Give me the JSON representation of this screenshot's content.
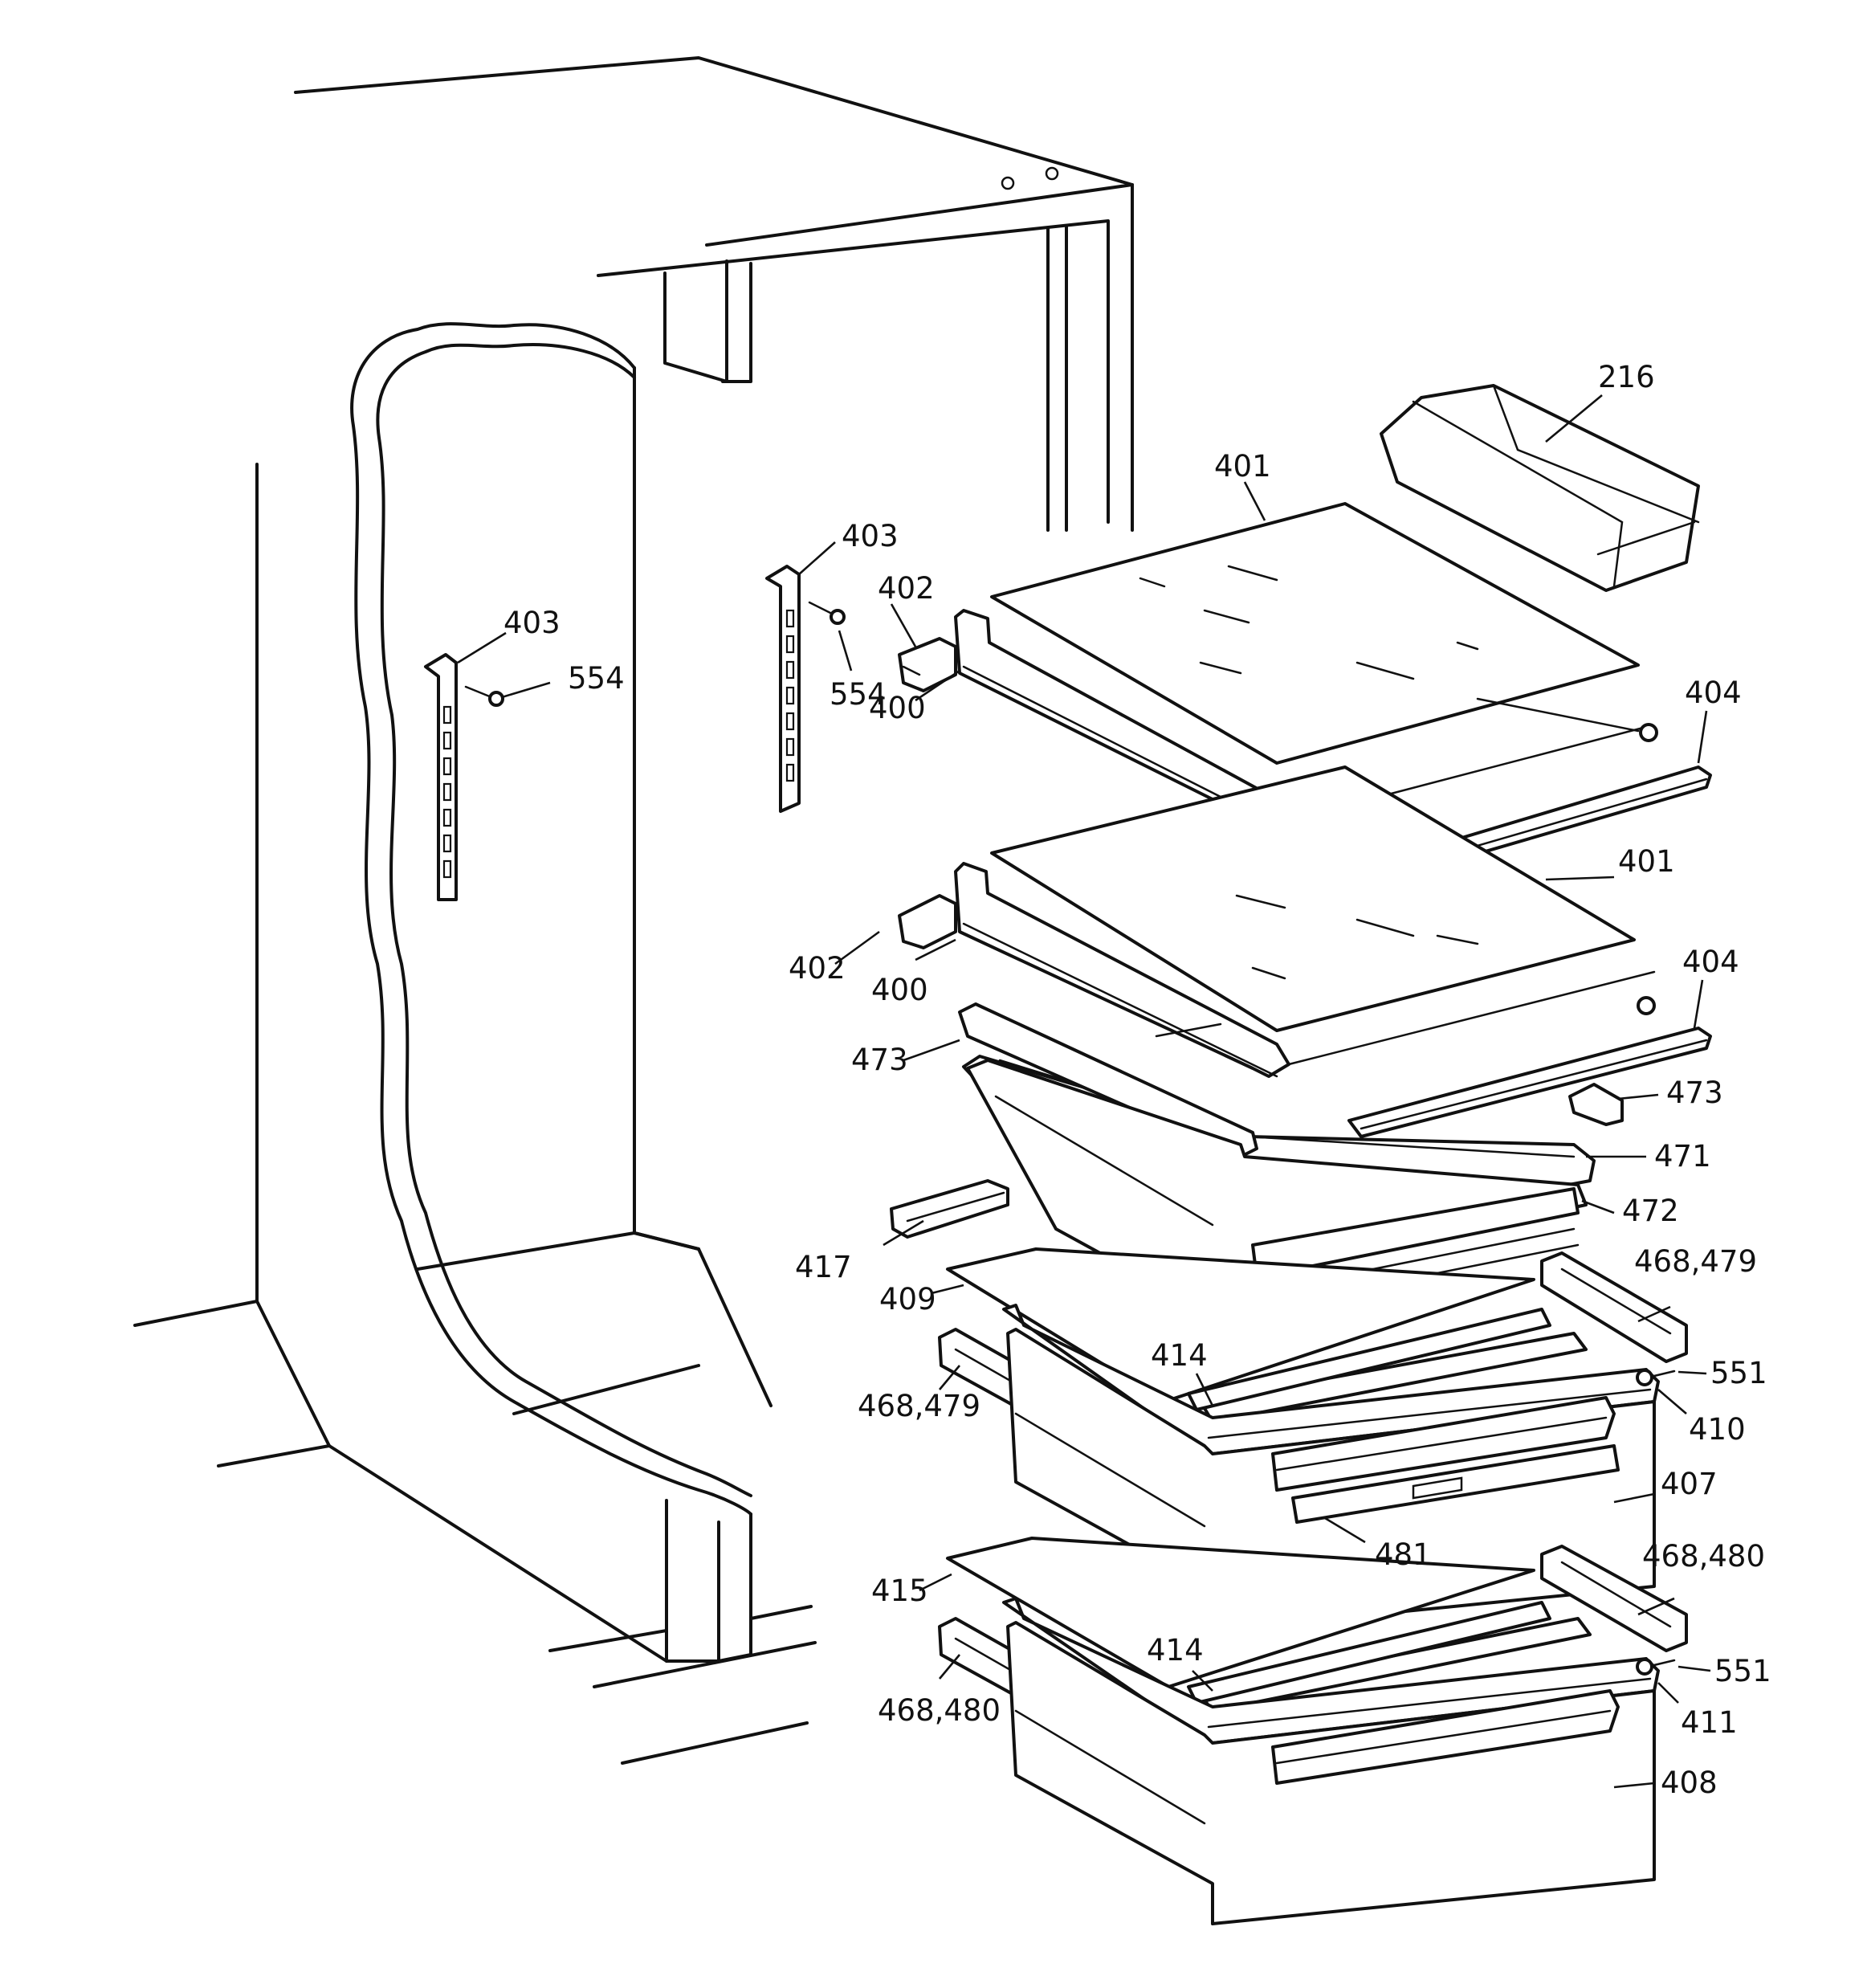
{
  "labels": {
    "l216": "216",
    "l401a": "401",
    "l403a": "403",
    "l403b": "403",
    "l402a": "402",
    "l554a": "554",
    "l554b": "554",
    "l400a": "400",
    "l404a": "404",
    "l401b": "401",
    "l404b": "404",
    "l402b": "402",
    "l400b": "400",
    "l473a": "473",
    "l473b": "473",
    "l471": "471",
    "l472": "472",
    "l417": "417",
    "l468479a": "468,479",
    "l409": "409",
    "l414a": "414",
    "l551a": "551",
    "l468479b": "468,479",
    "l410": "410",
    "l407": "407",
    "l481": "481",
    "l468480a": "468,480",
    "l415": "415",
    "l414b": "414",
    "l551b": "551",
    "l468480b": "468,480",
    "l411": "411",
    "l408": "408"
  }
}
